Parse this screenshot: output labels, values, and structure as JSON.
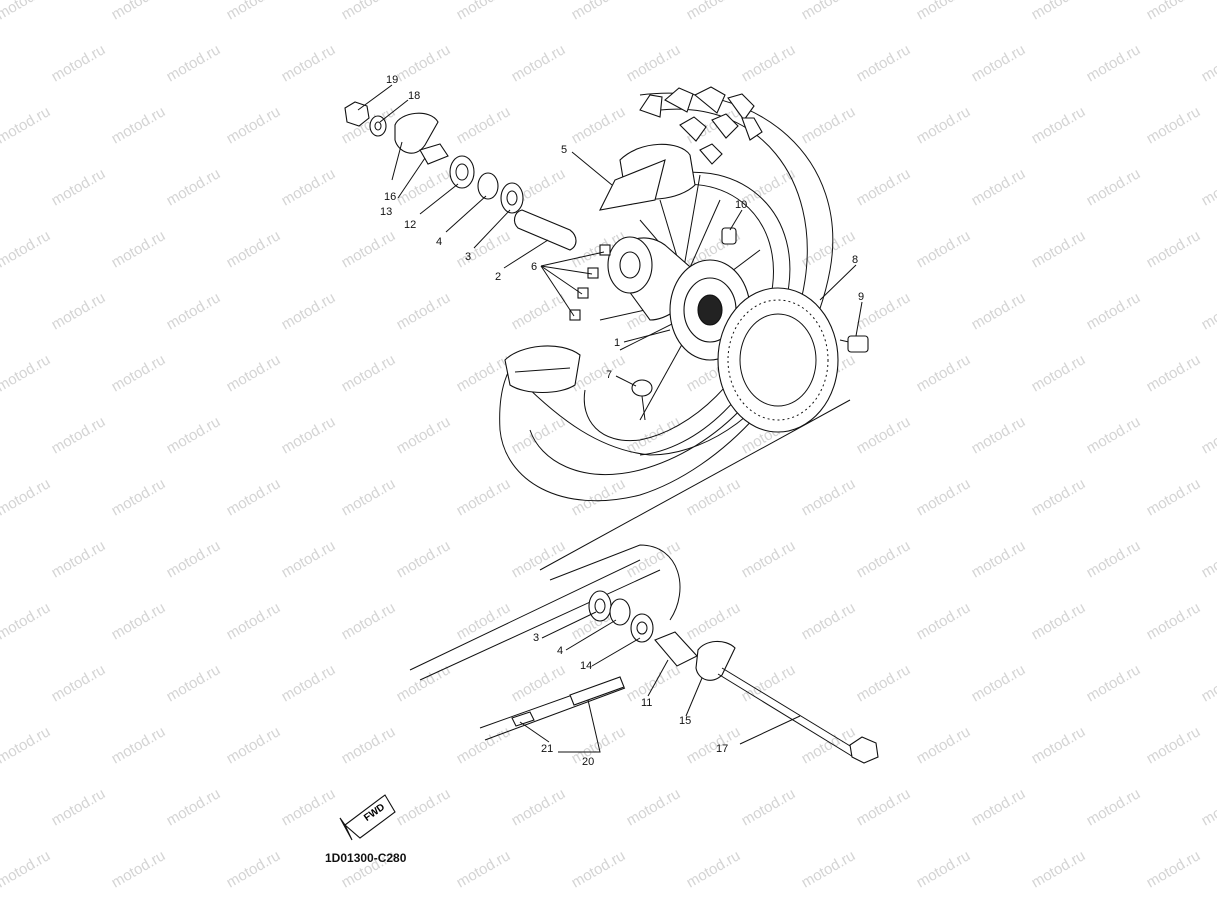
{
  "watermark": "motod.ru",
  "diagram_code": "1D01300-C280",
  "fwd_label": "FWD",
  "callouts": [
    "19",
    "18",
    "16",
    "13",
    "12",
    "4",
    "3",
    "2",
    "5",
    "6",
    "10",
    "8",
    "9",
    "1",
    "7",
    "3",
    "4",
    "14",
    "11",
    "15",
    "17",
    "21",
    "20"
  ]
}
